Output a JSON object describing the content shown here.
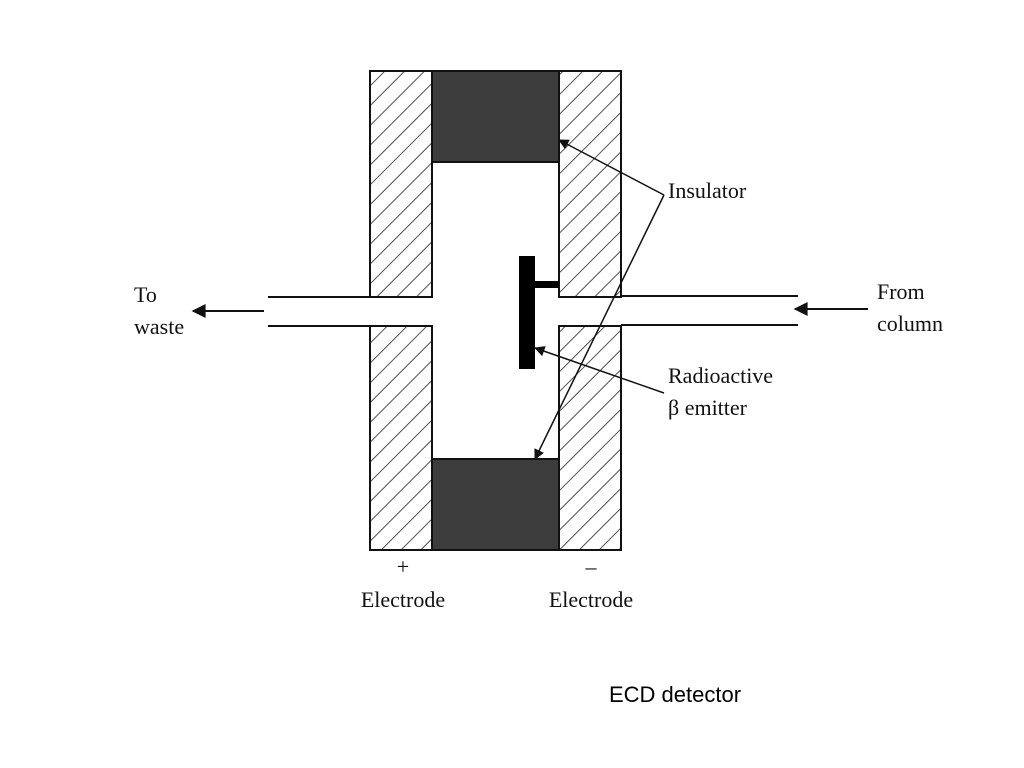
{
  "labels": {
    "insulator": "Insulator",
    "to_waste_line1": "To",
    "to_waste_line2": "waste",
    "from_column_line1": "From",
    "from_column_line2": "column",
    "emitter_line1": "Radioactive",
    "emitter_line2": "β emitter",
    "anode_sign": "+",
    "anode_label": "Electrode",
    "cathode_sign": "–",
    "cathode_label": "Electrode"
  },
  "caption": "ECD detector",
  "colors": {
    "line": "#111111",
    "insulator_fill": "#3c3c3c",
    "emitter_fill": "#000000",
    "hatch": "#222222"
  }
}
